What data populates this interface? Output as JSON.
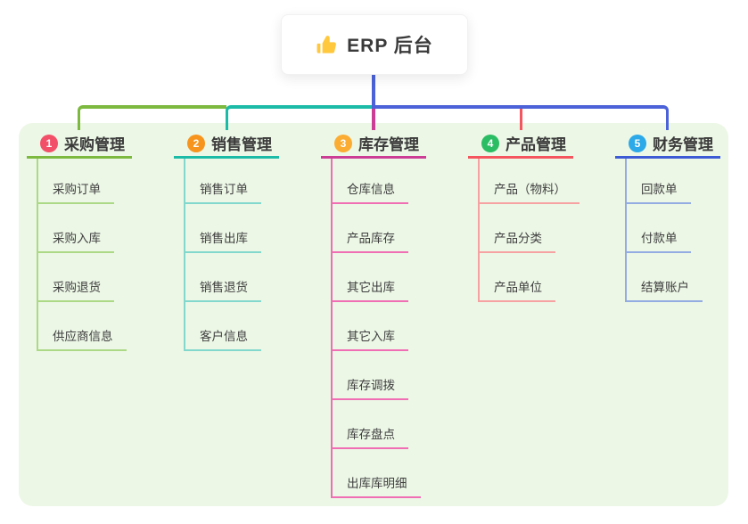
{
  "root": {
    "title": "ERP 后台",
    "icon": "thumbs-up-icon"
  },
  "colors": {
    "root_line": "#4B62D8",
    "panel_bg": "#ECF7E6",
    "card_bg": "#FFFFFF",
    "text_dark": "#3A3A3A",
    "thumb_yellow": "#FFC83D"
  },
  "branches": [
    {
      "key": "purchase",
      "index": "1",
      "label": "采购管理",
      "badge_color": "#F25068",
      "line_color": "#7CB93E",
      "light_color": "#ACD986",
      "children": [
        "采购订单",
        "采购入库",
        "采购退货",
        "供应商信息"
      ]
    },
    {
      "key": "sales",
      "index": "2",
      "label": "销售管理",
      "badge_color": "#F7941E",
      "line_color": "#1CBBA8",
      "light_color": "#82D8CC",
      "children": [
        "销售订单",
        "销售出库",
        "销售退货",
        "客户信息"
      ]
    },
    {
      "key": "inventory",
      "index": "3",
      "label": "库存管理",
      "badge_color": "#FBAC33",
      "line_color": "#CC3D96",
      "light_color": "#F06EB4",
      "children": [
        "仓库信息",
        "产品库存",
        "其它出库",
        "其它入库",
        "库存调拨",
        "库存盘点",
        "出库库明细"
      ]
    },
    {
      "key": "product",
      "index": "4",
      "label": "产品管理",
      "badge_color": "#2BBD64",
      "line_color": "#F4555E",
      "light_color": "#F7A2A2",
      "children": [
        "产品（物料）",
        "产品分类",
        "产品单位"
      ]
    },
    {
      "key": "finance",
      "index": "5",
      "label": "财务管理",
      "badge_color": "#2BA9E8",
      "line_color": "#3E5BD6",
      "light_color": "#93ACE2",
      "children": [
        "回款单",
        "付款单",
        "结算账户"
      ]
    }
  ]
}
